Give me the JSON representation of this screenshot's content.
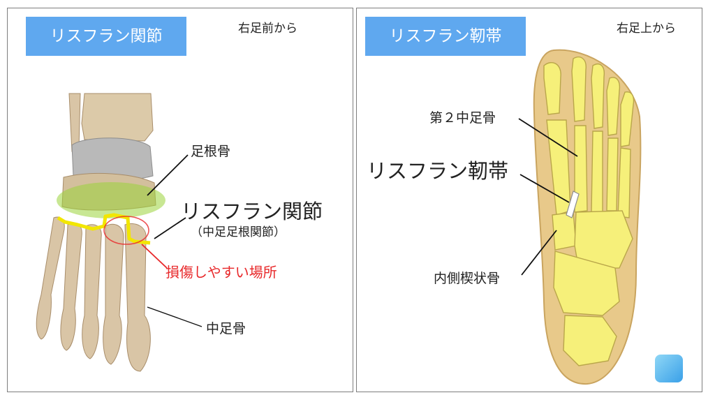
{
  "left_panel": {
    "title": "リスフラン関節",
    "view": "右足前から",
    "labels": {
      "tarsal": "足根骨",
      "lisfranc_joint": "リスフラン関節",
      "joint_alt_name": "（中足足根関節）",
      "injury_site": "損傷しやすい場所",
      "metatarsal": "中足骨"
    }
  },
  "right_panel": {
    "title": "リスフラン靭帯",
    "view": "右足上から",
    "labels": {
      "second_metatarsal": "第２中足骨",
      "lisfranc_ligament": "リスフラン靭帯",
      "medial_cuneiform": "内側楔状骨"
    }
  },
  "colors": {
    "title_bg": "#5fa8ef",
    "highlight_line": "#f2e600",
    "highlight_ellipse": "#9ad43a",
    "injury_red": "#e8282a",
    "bone_tan": "#d9c5a6",
    "skin_outline": "#e8c98a",
    "skeleton_yellow": "#f6f07a"
  }
}
